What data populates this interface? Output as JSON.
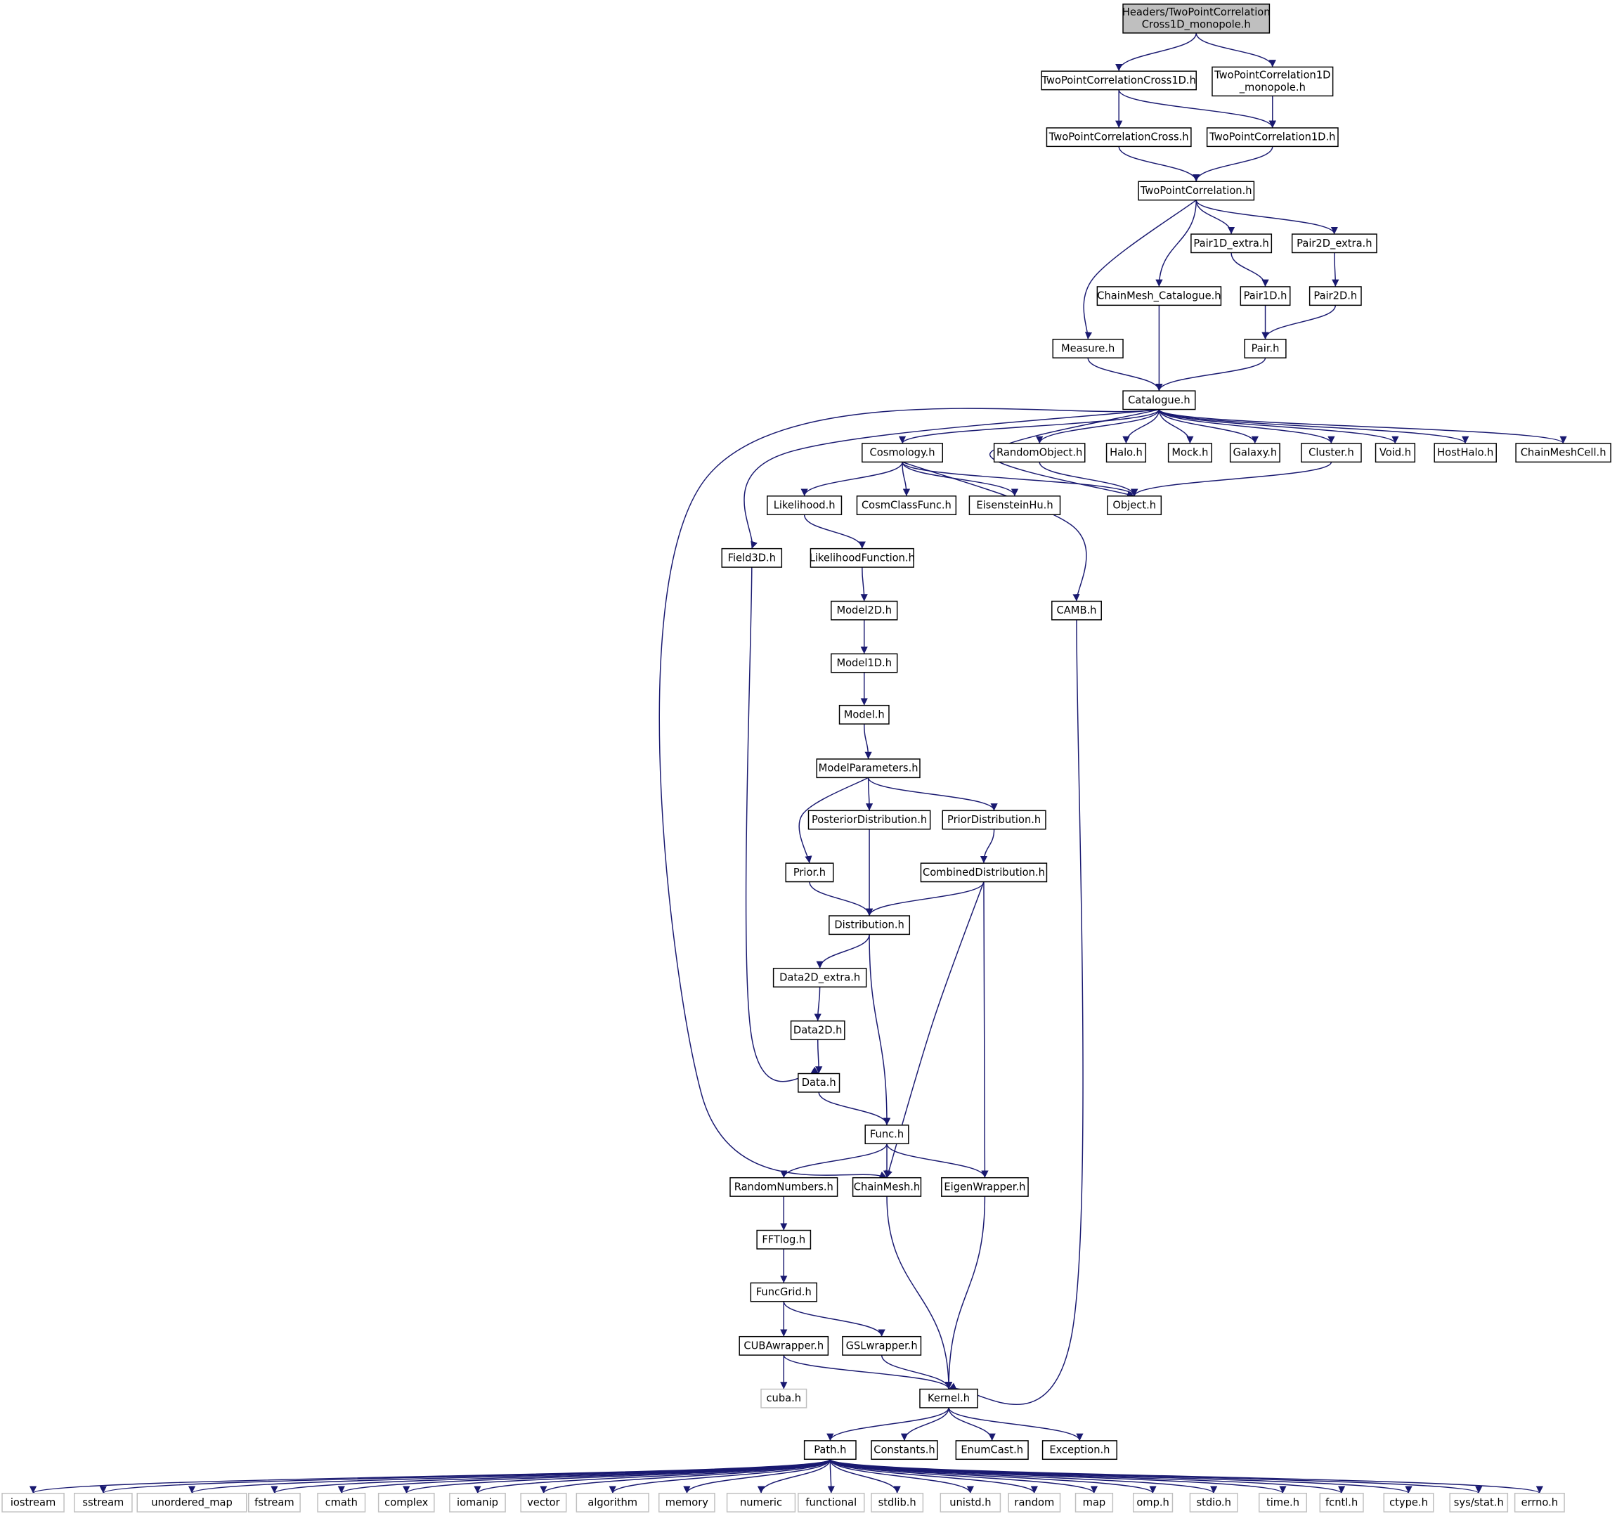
{
  "colors": {
    "edge": "#191970",
    "focus_fill": "#bfbfbf",
    "external_border": "#bfbfbf"
  },
  "nodes": [
    {
      "id": "root",
      "label": [
        "Headers/TwoPointCorrelation",
        "Cross1D_monopole.h"
      ],
      "kind": "focus"
    },
    {
      "id": "tpcc1d",
      "label": [
        "TwoPointCorrelationCross1D.h"
      ]
    },
    {
      "id": "tpc1dm",
      "label": [
        "TwoPointCorrelation1D",
        "_monopole.h"
      ]
    },
    {
      "id": "tpcc",
      "label": [
        "TwoPointCorrelationCross.h"
      ]
    },
    {
      "id": "tpc1d",
      "label": [
        "TwoPointCorrelation1D.h"
      ]
    },
    {
      "id": "tpc",
      "label": [
        "TwoPointCorrelation.h"
      ]
    },
    {
      "id": "p1dx",
      "label": [
        "Pair1D_extra.h"
      ]
    },
    {
      "id": "p2dx",
      "label": [
        "Pair2D_extra.h"
      ]
    },
    {
      "id": "cmcat",
      "label": [
        "ChainMesh_Catalogue.h"
      ]
    },
    {
      "id": "p1d",
      "label": [
        "Pair1D.h"
      ]
    },
    {
      "id": "p2d",
      "label": [
        "Pair2D.h"
      ]
    },
    {
      "id": "measure",
      "label": [
        "Measure.h"
      ]
    },
    {
      "id": "pair",
      "label": [
        "Pair.h"
      ]
    },
    {
      "id": "catalogue",
      "label": [
        "Catalogue.h"
      ]
    },
    {
      "id": "cosmology",
      "label": [
        "Cosmology.h"
      ]
    },
    {
      "id": "randobj",
      "label": [
        "RandomObject.h"
      ]
    },
    {
      "id": "halo",
      "label": [
        "Halo.h"
      ]
    },
    {
      "id": "mock",
      "label": [
        "Mock.h"
      ]
    },
    {
      "id": "galaxy",
      "label": [
        "Galaxy.h"
      ]
    },
    {
      "id": "cluster",
      "label": [
        "Cluster.h"
      ]
    },
    {
      "id": "void",
      "label": [
        "Void.h"
      ]
    },
    {
      "id": "hosthalo",
      "label": [
        "HostHalo.h"
      ]
    },
    {
      "id": "cmcell",
      "label": [
        "ChainMeshCell.h"
      ]
    },
    {
      "id": "likelihood",
      "label": [
        "Likelihood.h"
      ]
    },
    {
      "id": "cosmclass",
      "label": [
        "CosmClassFunc.h"
      ]
    },
    {
      "id": "eisenstein",
      "label": [
        "EisensteinHu.h"
      ]
    },
    {
      "id": "object",
      "label": [
        "Object.h"
      ]
    },
    {
      "id": "field3d",
      "label": [
        "Field3D.h"
      ]
    },
    {
      "id": "likefunc",
      "label": [
        "LikelihoodFunction.h"
      ]
    },
    {
      "id": "model2d",
      "label": [
        "Model2D.h"
      ]
    },
    {
      "id": "camb",
      "label": [
        "CAMB.h"
      ]
    },
    {
      "id": "model1d",
      "label": [
        "Model1D.h"
      ]
    },
    {
      "id": "model",
      "label": [
        "Model.h"
      ]
    },
    {
      "id": "modelpar",
      "label": [
        "ModelParameters.h"
      ]
    },
    {
      "id": "postdist",
      "label": [
        "PosteriorDistribution.h"
      ]
    },
    {
      "id": "priordist",
      "label": [
        "PriorDistribution.h"
      ]
    },
    {
      "id": "prior",
      "label": [
        "Prior.h"
      ]
    },
    {
      "id": "combdist",
      "label": [
        "CombinedDistribution.h"
      ]
    },
    {
      "id": "dist",
      "label": [
        "Distribution.h"
      ]
    },
    {
      "id": "data2dx",
      "label": [
        "Data2D_extra.h"
      ]
    },
    {
      "id": "data2d",
      "label": [
        "Data2D.h"
      ]
    },
    {
      "id": "data",
      "label": [
        "Data.h"
      ]
    },
    {
      "id": "func",
      "label": [
        "Func.h"
      ]
    },
    {
      "id": "randnum",
      "label": [
        "RandomNumbers.h"
      ]
    },
    {
      "id": "chainmesh",
      "label": [
        "ChainMesh.h"
      ]
    },
    {
      "id": "eigen",
      "label": [
        "EigenWrapper.h"
      ]
    },
    {
      "id": "fftlog",
      "label": [
        "FFTlog.h"
      ]
    },
    {
      "id": "funcgrid",
      "label": [
        "FuncGrid.h"
      ]
    },
    {
      "id": "cuba_w",
      "label": [
        "CUBAwrapper.h"
      ]
    },
    {
      "id": "gsl_w",
      "label": [
        "GSLwrapper.h"
      ]
    },
    {
      "id": "cuba",
      "label": [
        "cuba.h"
      ],
      "kind": "ext"
    },
    {
      "id": "kernel",
      "label": [
        "Kernel.h"
      ]
    },
    {
      "id": "path",
      "label": [
        "Path.h"
      ]
    },
    {
      "id": "constants",
      "label": [
        "Constants.h"
      ]
    },
    {
      "id": "enumcast",
      "label": [
        "EnumCast.h"
      ]
    },
    {
      "id": "exception",
      "label": [
        "Exception.h"
      ]
    },
    {
      "id": "iostream",
      "label": [
        "iostream"
      ],
      "kind": "ext"
    },
    {
      "id": "sstream",
      "label": [
        "sstream"
      ],
      "kind": "ext"
    },
    {
      "id": "umap",
      "label": [
        "unordered_map"
      ],
      "kind": "ext"
    },
    {
      "id": "fstream",
      "label": [
        "fstream"
      ],
      "kind": "ext"
    },
    {
      "id": "cmath",
      "label": [
        "cmath"
      ],
      "kind": "ext"
    },
    {
      "id": "complex",
      "label": [
        "complex"
      ],
      "kind": "ext"
    },
    {
      "id": "iomanip",
      "label": [
        "iomanip"
      ],
      "kind": "ext"
    },
    {
      "id": "vector",
      "label": [
        "vector"
      ],
      "kind": "ext"
    },
    {
      "id": "algorithm",
      "label": [
        "algorithm"
      ],
      "kind": "ext"
    },
    {
      "id": "memory",
      "label": [
        "memory"
      ],
      "kind": "ext"
    },
    {
      "id": "numeric",
      "label": [
        "numeric"
      ],
      "kind": "ext"
    },
    {
      "id": "functional",
      "label": [
        "functional"
      ],
      "kind": "ext"
    },
    {
      "id": "stdlib",
      "label": [
        "stdlib.h"
      ],
      "kind": "ext"
    },
    {
      "id": "unistd",
      "label": [
        "unistd.h"
      ],
      "kind": "ext"
    },
    {
      "id": "random",
      "label": [
        "random"
      ],
      "kind": "ext"
    },
    {
      "id": "map",
      "label": [
        "map"
      ],
      "kind": "ext"
    },
    {
      "id": "omp",
      "label": [
        "omp.h"
      ],
      "kind": "ext"
    },
    {
      "id": "stdio",
      "label": [
        "stdio.h"
      ],
      "kind": "ext"
    },
    {
      "id": "time",
      "label": [
        "time.h"
      ],
      "kind": "ext"
    },
    {
      "id": "fcntl",
      "label": [
        "fcntl.h"
      ],
      "kind": "ext"
    },
    {
      "id": "ctype",
      "label": [
        "ctype.h"
      ],
      "kind": "ext"
    },
    {
      "id": "sysstat",
      "label": [
        "sys/stat.h"
      ],
      "kind": "ext"
    },
    {
      "id": "errno",
      "label": [
        "errno.h"
      ],
      "kind": "ext"
    }
  ],
  "edges": [
    [
      "root",
      "tpcc1d"
    ],
    [
      "root",
      "tpc1dm"
    ],
    [
      "tpcc1d",
      "tpcc"
    ],
    [
      "tpcc1d",
      "tpc1d"
    ],
    [
      "tpc1dm",
      "tpc1d"
    ],
    [
      "tpcc",
      "tpc"
    ],
    [
      "tpc1d",
      "tpc"
    ],
    [
      "tpc",
      "measure"
    ],
    [
      "tpc",
      "cmcat"
    ],
    [
      "tpc",
      "p1dx"
    ],
    [
      "tpc",
      "p2dx"
    ],
    [
      "p1dx",
      "p1d"
    ],
    [
      "p2dx",
      "p2d"
    ],
    [
      "p1d",
      "pair"
    ],
    [
      "p2d",
      "pair"
    ],
    [
      "cmcat",
      "catalogue"
    ],
    [
      "measure",
      "catalogue"
    ],
    [
      "pair",
      "catalogue"
    ],
    [
      "catalogue",
      "chainmesh"
    ],
    [
      "catalogue",
      "field3d"
    ],
    [
      "catalogue",
      "cosmology"
    ],
    [
      "catalogue",
      "object"
    ],
    [
      "catalogue",
      "randobj"
    ],
    [
      "catalogue",
      "halo"
    ],
    [
      "catalogue",
      "mock"
    ],
    [
      "catalogue",
      "galaxy"
    ],
    [
      "catalogue",
      "cluster"
    ],
    [
      "catalogue",
      "void"
    ],
    [
      "catalogue",
      "hosthalo"
    ],
    [
      "catalogue",
      "cmcell"
    ],
    [
      "cosmology",
      "likelihood"
    ],
    [
      "cosmology",
      "cosmclass"
    ],
    [
      "cosmology",
      "eisenstein"
    ],
    [
      "cosmology",
      "object"
    ],
    [
      "cosmology",
      "camb"
    ],
    [
      "randobj",
      "object"
    ],
    [
      "cluster",
      "object"
    ],
    [
      "likelihood",
      "likefunc"
    ],
    [
      "likefunc",
      "model2d"
    ],
    [
      "model2d",
      "model1d"
    ],
    [
      "model1d",
      "model"
    ],
    [
      "model",
      "modelpar"
    ],
    [
      "modelpar",
      "prior"
    ],
    [
      "modelpar",
      "postdist"
    ],
    [
      "modelpar",
      "priordist"
    ],
    [
      "priordist",
      "combdist"
    ],
    [
      "prior",
      "dist"
    ],
    [
      "postdist",
      "dist"
    ],
    [
      "combdist",
      "dist"
    ],
    [
      "combdist",
      "chainmesh"
    ],
    [
      "combdist",
      "eigen"
    ],
    [
      "dist",
      "data2dx"
    ],
    [
      "dist",
      "func"
    ],
    [
      "data2dx",
      "data2d"
    ],
    [
      "data2d",
      "data"
    ],
    [
      "field3d",
      "data"
    ],
    [
      "data",
      "func"
    ],
    [
      "func",
      "randnum"
    ],
    [
      "func",
      "chainmesh"
    ],
    [
      "func",
      "eigen"
    ],
    [
      "randnum",
      "fftlog"
    ],
    [
      "fftlog",
      "funcgrid"
    ],
    [
      "funcgrid",
      "cuba_w"
    ],
    [
      "funcgrid",
      "gsl_w"
    ],
    [
      "cuba_w",
      "cuba"
    ],
    [
      "cuba_w",
      "kernel"
    ],
    [
      "gsl_w",
      "kernel"
    ],
    [
      "chainmesh",
      "kernel"
    ],
    [
      "eigen",
      "kernel"
    ],
    [
      "camb",
      "kernel"
    ],
    [
      "kernel",
      "path"
    ],
    [
      "kernel",
      "constants"
    ],
    [
      "kernel",
      "enumcast"
    ],
    [
      "kernel",
      "exception"
    ],
    [
      "path",
      "iostream"
    ],
    [
      "path",
      "sstream"
    ],
    [
      "path",
      "umap"
    ],
    [
      "path",
      "fstream"
    ],
    [
      "path",
      "cmath"
    ],
    [
      "path",
      "complex"
    ],
    [
      "path",
      "iomanip"
    ],
    [
      "path",
      "vector"
    ],
    [
      "path",
      "algorithm"
    ],
    [
      "path",
      "memory"
    ],
    [
      "path",
      "numeric"
    ],
    [
      "path",
      "functional"
    ],
    [
      "path",
      "stdlib"
    ],
    [
      "path",
      "unistd"
    ],
    [
      "path",
      "random"
    ],
    [
      "path",
      "map"
    ],
    [
      "path",
      "omp"
    ],
    [
      "path",
      "stdio"
    ],
    [
      "path",
      "time"
    ],
    [
      "path",
      "fcntl"
    ],
    [
      "path",
      "ctype"
    ],
    [
      "path",
      "sysstat"
    ],
    [
      "path",
      "errno"
    ]
  ]
}
